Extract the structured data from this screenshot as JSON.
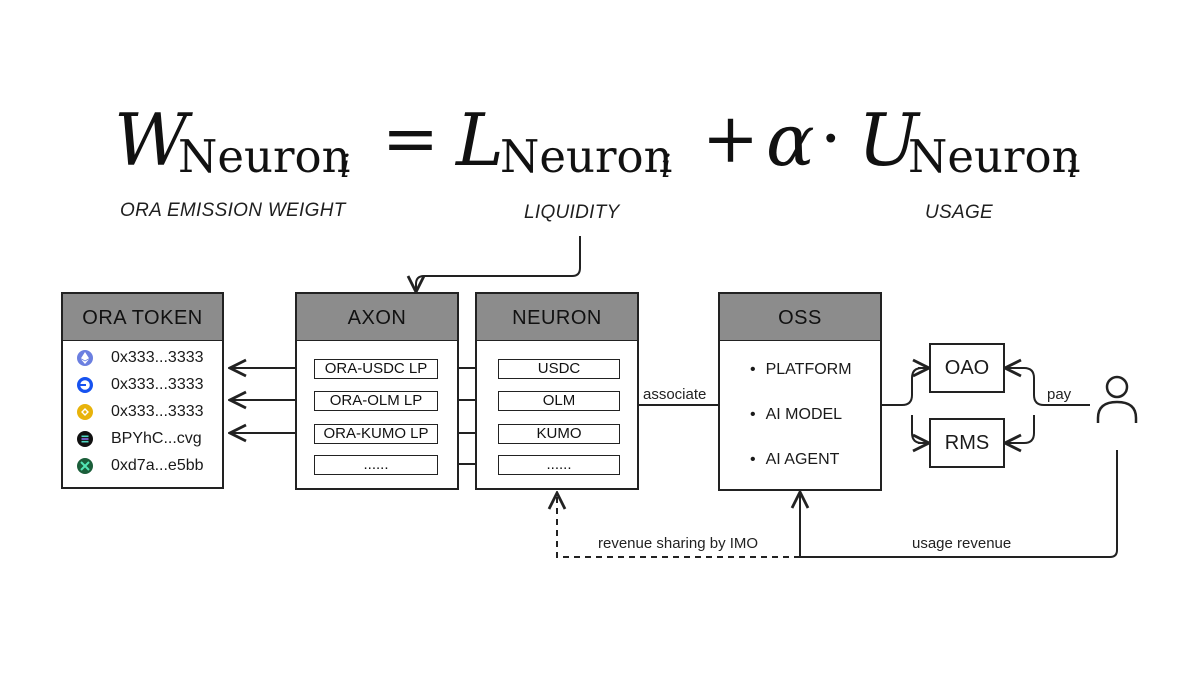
{
  "formula": {
    "lhs_symbol": "W",
    "lhs_sub": "Neuron",
    "lhs_index": "i",
    "equals": "=",
    "term1_symbol": "L",
    "term1_sub": "Neuron",
    "term1_index": "i",
    "plus": "+",
    "coefficient": "α",
    "dot": "·",
    "term2_symbol": "U",
    "term2_sub": "Neuron",
    "term2_index": "i"
  },
  "captions": {
    "emission": "ORA EMISSION WEIGHT",
    "liquidity": "LIQUIDITY",
    "usage": "USAGE"
  },
  "ora_token": {
    "title": "ORA TOKEN",
    "tokens": [
      {
        "address": "0x333...3333",
        "icon": "ethereum-icon",
        "color": "#6b7fe0"
      },
      {
        "address": "0x333...3333",
        "icon": "base-icon",
        "color": "#1652f0"
      },
      {
        "address": "0x333...3333",
        "icon": "bnb-icon",
        "color": "#e8b30b"
      },
      {
        "address": "BPYhC...cvg",
        "icon": "solana-icon",
        "color": "#111111"
      },
      {
        "address": "0xd7a...e5bb",
        "icon": "arbitrum-icon",
        "color": "#1b5e3a"
      }
    ]
  },
  "axon": {
    "title": "AXON",
    "pools": [
      "ORA-USDC LP",
      "ORA-OLM LP",
      "ORA-KUMO LP",
      "......"
    ]
  },
  "neuron": {
    "title": "NEURON",
    "assets": [
      "USDC",
      "OLM",
      "KUMO",
      "......"
    ]
  },
  "oss": {
    "title": "OSS",
    "items": [
      "PLATFORM",
      "AI MODEL",
      "AI AGENT"
    ]
  },
  "services": {
    "oao": "OAO",
    "rms": "RMS"
  },
  "labels": {
    "associate": "associate",
    "pay": "pay",
    "revenue_sharing": "revenue sharing by IMO",
    "usage_revenue": "usage revenue"
  },
  "user": {
    "icon": "user-icon"
  }
}
